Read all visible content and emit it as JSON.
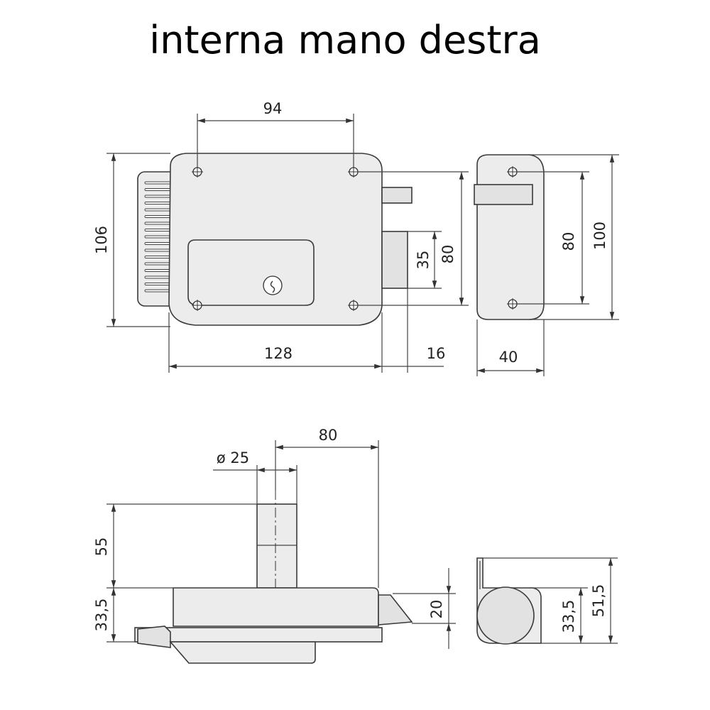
{
  "title": "interna mano destra",
  "front_view": {
    "dim_width_holes": "94",
    "dim_height": "106",
    "dim_body_width": "128",
    "dim_bolt_projection": "16",
    "dim_bolt_height": "35",
    "dim_holes_vertical": "80"
  },
  "side_view": {
    "dim_holes_vertical": "80",
    "dim_height": "100",
    "dim_depth": "40"
  },
  "bottom_view": {
    "dim_cylinder_diameter": "ø 25",
    "dim_cylinder_offset": "80",
    "dim_cylinder_length": "55",
    "dim_body_depth": "33,5",
    "dim_latch": "20"
  },
  "bottom_side_view": {
    "dim_depth": "33,5",
    "dim_total": "51,5"
  }
}
